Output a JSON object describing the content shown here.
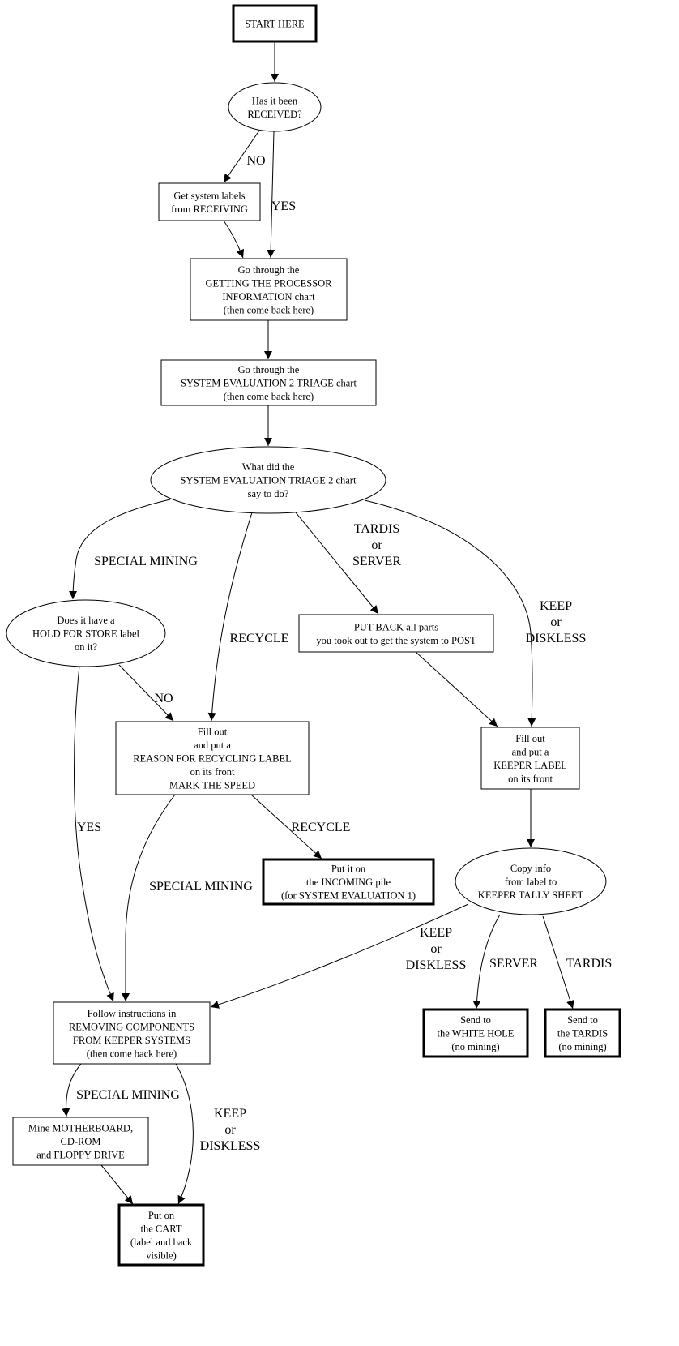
{
  "diagram": {
    "type": "flowchart",
    "nodes": {
      "start": {
        "shape": "box-bold",
        "lines": [
          "START HERE"
        ]
      },
      "received": {
        "shape": "ellipse",
        "lines": [
          "Has it been",
          "RECEIVED?"
        ]
      },
      "labels": {
        "shape": "box",
        "lines": [
          "Get system labels",
          "from RECEIVING"
        ]
      },
      "processor": {
        "shape": "box",
        "lines": [
          "Go through the",
          "GETTING THE PROCESSOR",
          "INFORMATION chart",
          "(then come back here)"
        ]
      },
      "triage": {
        "shape": "box",
        "lines": [
          "Go through the",
          "SYSTEM EVALUATION 2 TRIAGE chart",
          "(then come back here)"
        ]
      },
      "whatdid": {
        "shape": "ellipse",
        "lines": [
          "What did the",
          "SYSTEM EVALUATION TRIAGE 2 chart",
          "say to do?"
        ]
      },
      "holdstore": {
        "shape": "ellipse",
        "lines": [
          "Does it have a",
          "HOLD FOR STORE label",
          "on it?"
        ]
      },
      "putback": {
        "shape": "box",
        "lines": [
          "PUT BACK all parts",
          "you took out to get the system to POST"
        ]
      },
      "recycling": {
        "shape": "box",
        "lines": [
          "Fill out",
          "and put a",
          "REASON FOR RECYCLING LABEL",
          "on its front",
          "MARK THE SPEED"
        ]
      },
      "keeperlabel": {
        "shape": "box",
        "lines": [
          "Fill out",
          "and put a",
          "KEEPER LABEL",
          "on its front"
        ]
      },
      "incoming": {
        "shape": "box-bold",
        "lines": [
          "Put it on",
          "the INCOMING pile",
          "(for SYSTEM EVALUATION 1)"
        ]
      },
      "tally": {
        "shape": "ellipse",
        "lines": [
          "Copy info",
          "from label to",
          "KEEPER TALLY SHEET"
        ]
      },
      "removing": {
        "shape": "box",
        "lines": [
          "Follow instructions in",
          "REMOVING COMPONENTS",
          "FROM KEEPER SYSTEMS",
          "(then come back here)"
        ]
      },
      "whitehole": {
        "shape": "box-bold",
        "lines": [
          "Send to",
          "the WHITE HOLE",
          "(no mining)"
        ]
      },
      "tardis": {
        "shape": "box-bold",
        "lines": [
          "Send to",
          "the TARDIS",
          "(no mining)"
        ]
      },
      "mine": {
        "shape": "box",
        "lines": [
          "Mine MOTHERBOARD,",
          "CD-ROM",
          "and FLOPPY DRIVE"
        ]
      },
      "cart": {
        "shape": "box-bold",
        "lines": [
          "Put on",
          "the CART",
          "(label and back",
          "visible)"
        ]
      }
    },
    "edges": [
      {
        "from": "start",
        "to": "received",
        "label": []
      },
      {
        "from": "received",
        "to": "labels",
        "label": [
          "NO"
        ]
      },
      {
        "from": "received",
        "to": "processor",
        "label": [
          "YES"
        ]
      },
      {
        "from": "labels",
        "to": "processor",
        "label": []
      },
      {
        "from": "processor",
        "to": "triage",
        "label": []
      },
      {
        "from": "triage",
        "to": "whatdid",
        "label": []
      },
      {
        "from": "whatdid",
        "to": "holdstore",
        "label": [
          "SPECIAL MINING"
        ]
      },
      {
        "from": "whatdid",
        "to": "recycling",
        "label": [
          "RECYCLE"
        ]
      },
      {
        "from": "whatdid",
        "to": "putback",
        "label": [
          "TARDIS",
          "or",
          "SERVER"
        ]
      },
      {
        "from": "whatdid",
        "to": "keeperlabel",
        "label": [
          "KEEP",
          "or",
          "DISKLESS"
        ]
      },
      {
        "from": "holdstore",
        "to": "recycling",
        "label": [
          "NO"
        ]
      },
      {
        "from": "holdstore",
        "to": "removing",
        "label": [
          "YES"
        ]
      },
      {
        "from": "putback",
        "to": "keeperlabel",
        "label": []
      },
      {
        "from": "recycling",
        "to": "incoming",
        "label": [
          "RECYCLE"
        ]
      },
      {
        "from": "recycling",
        "to": "removing",
        "label": [
          "SPECIAL MINING"
        ]
      },
      {
        "from": "keeperlabel",
        "to": "tally",
        "label": []
      },
      {
        "from": "tally",
        "to": "removing",
        "label": [
          "KEEP",
          "or",
          "DISKLESS"
        ]
      },
      {
        "from": "tally",
        "to": "whitehole",
        "label": [
          "SERVER"
        ]
      },
      {
        "from": "tally",
        "to": "tardis",
        "label": [
          "TARDIS"
        ]
      },
      {
        "from": "removing",
        "to": "mine",
        "label": [
          "SPECIAL MINING"
        ]
      },
      {
        "from": "removing",
        "to": "cart",
        "label": [
          "KEEP",
          "or",
          "DISKLESS"
        ]
      },
      {
        "from": "mine",
        "to": "cart",
        "label": []
      }
    ]
  }
}
